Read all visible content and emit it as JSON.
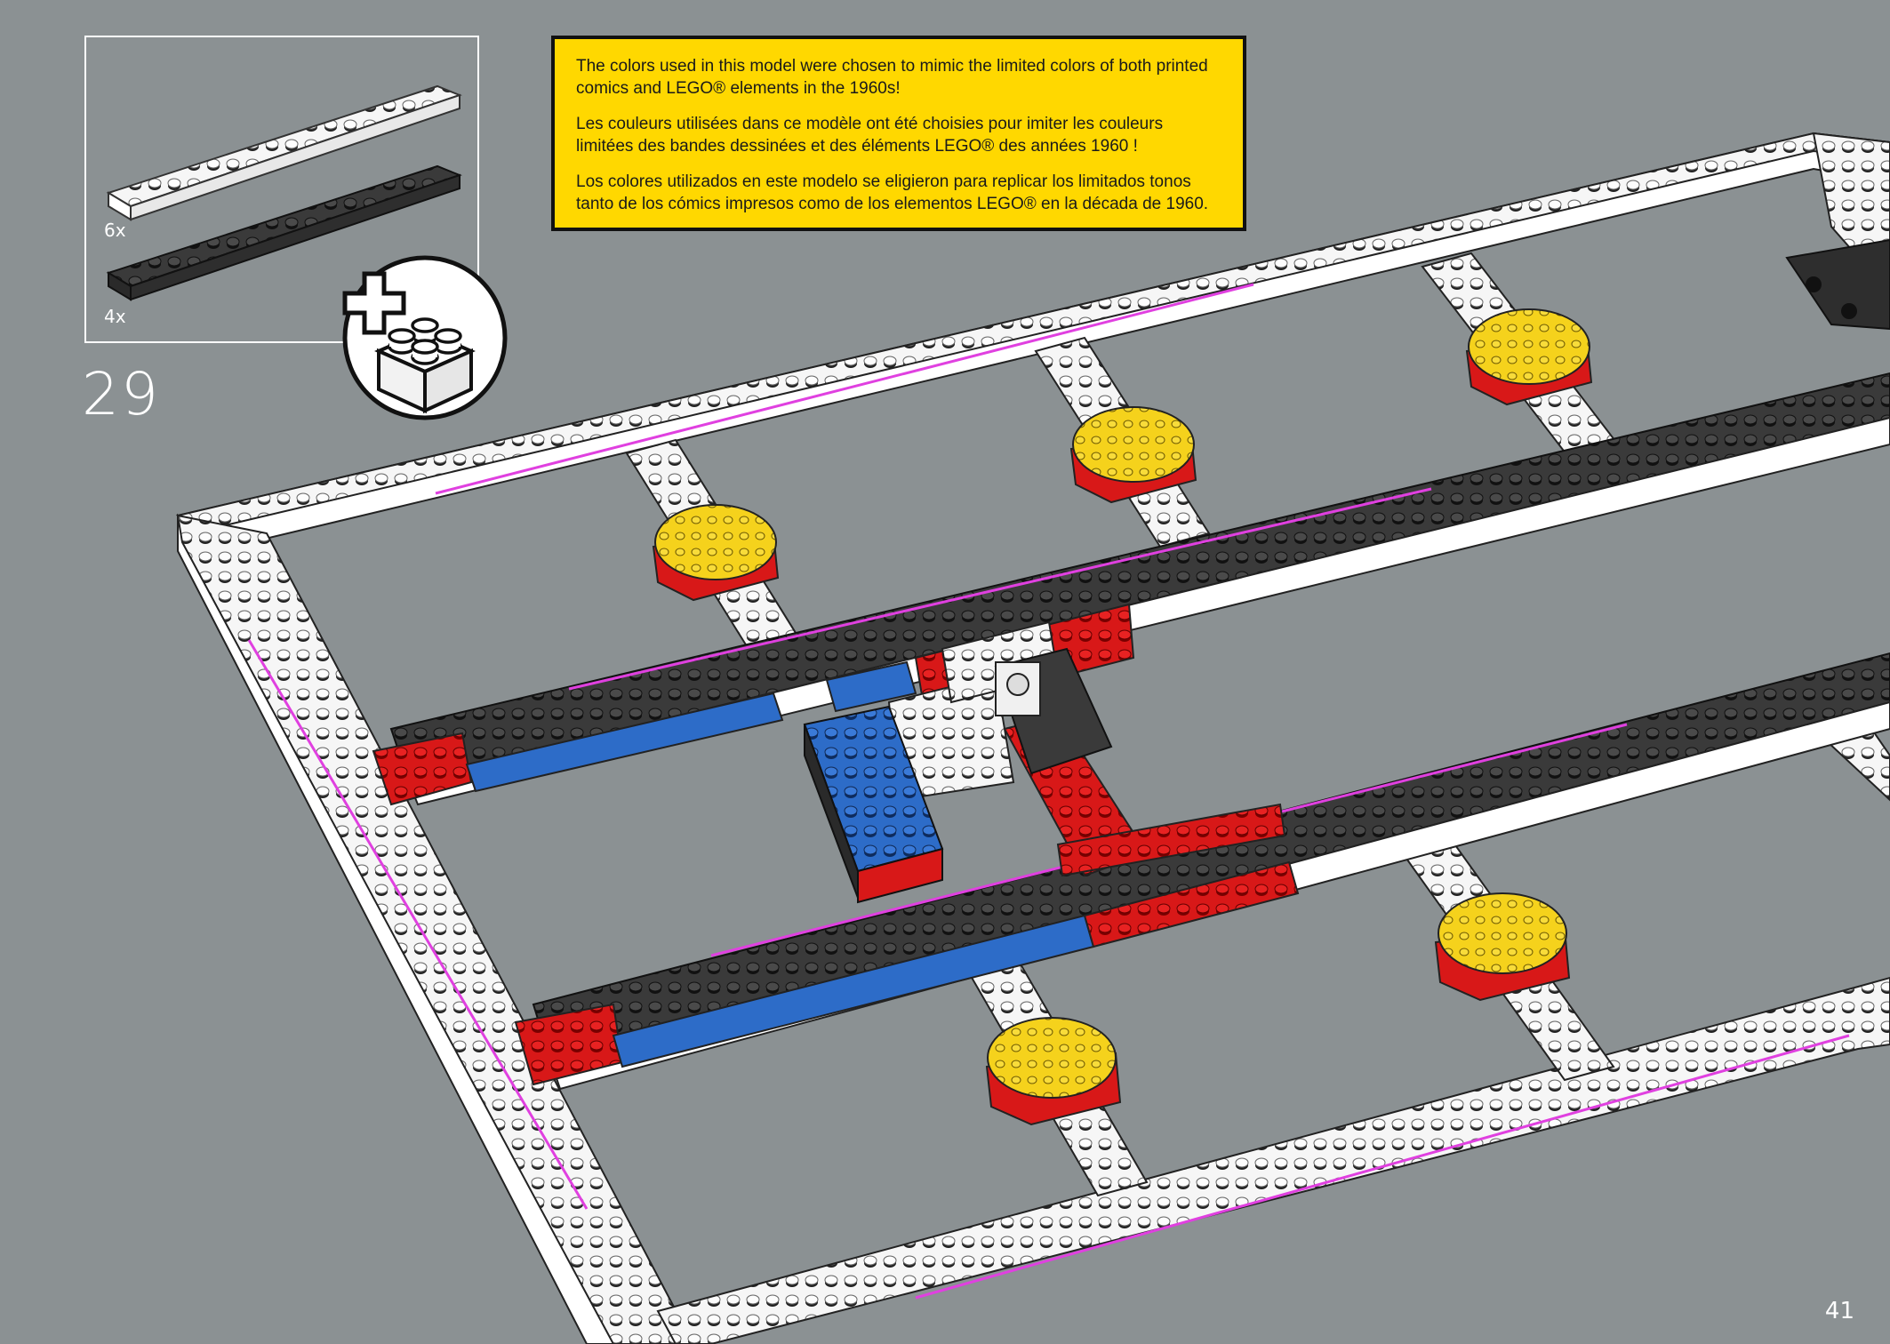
{
  "step": {
    "number": "29",
    "callout": {
      "parts": [
        {
          "quantity": "6x",
          "color": "#f4f4f4",
          "stroke": "#333333",
          "icon": "white-plate-2x16"
        },
        {
          "quantity": "4x",
          "color": "#3a3a3a",
          "stroke": "#111111",
          "icon": "black-plate-2x16"
        }
      ],
      "badge_icon": "add-brick-icon"
    }
  },
  "note": {
    "en": "The colors used in this model were chosen to mimic the limited colors of both printed comics and LEGO® elements in the 1960s!",
    "fr": "Les couleurs utilisées dans ce modèle ont été choisies pour imiter les couleurs limitées des bandes dessinées et des éléments LEGO® des années 1960 !",
    "es": "Los colores utilizados en este modelo se eligieron para replicar los limitados tonos tanto de los cómics impresos como de los elementos LEGO® en la década de 1960.",
    "background": "#ffd800"
  },
  "page": {
    "number": "41",
    "background": "#8b9193"
  },
  "colors": {
    "white": "#f4f4f4",
    "black": "#3a3a3a",
    "red": "#d81818",
    "blue": "#2d6cc8",
    "yellow": "#f5d21c",
    "highlight": "#e040e0"
  }
}
